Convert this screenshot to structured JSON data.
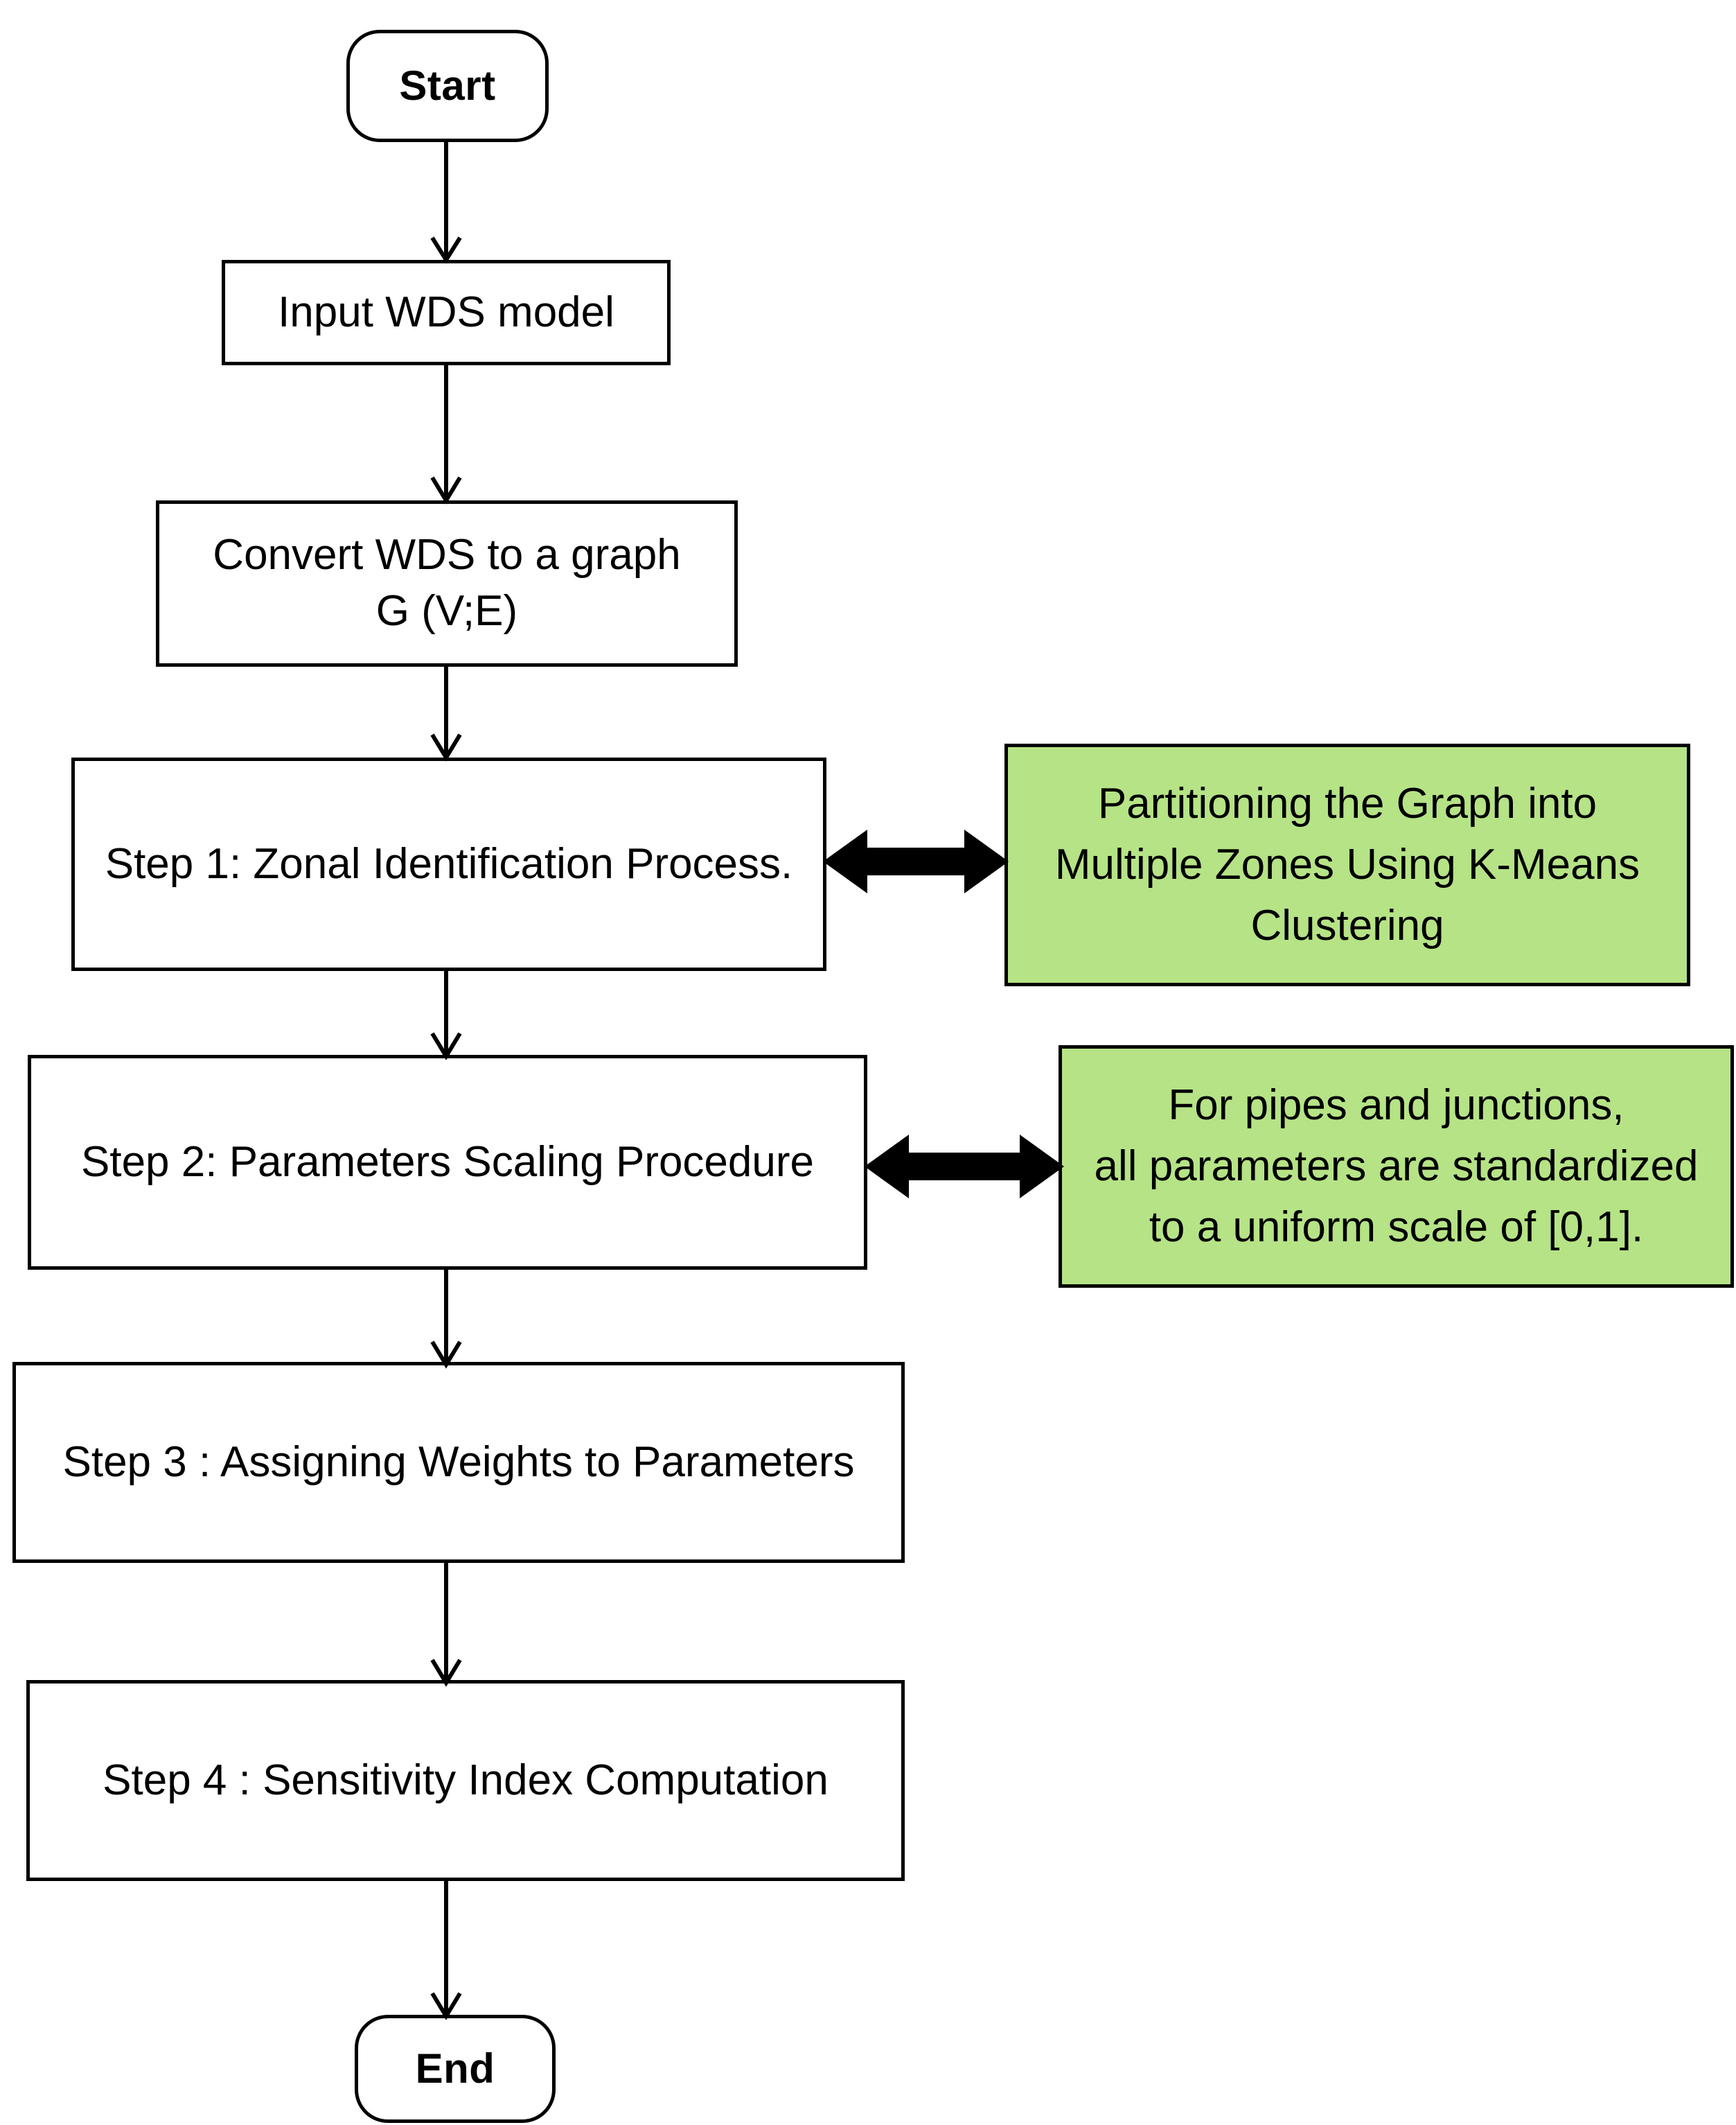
{
  "diagram": {
    "title": "WDS Sensitivity Analysis Methodology Flowchart",
    "colors": {
      "background": "#ffffff",
      "stroke": "#000000",
      "node_fill": "#ffffff",
      "note_fill": "#b6e386",
      "text": "#000000"
    },
    "nodes": [
      {
        "id": "start",
        "type": "terminator",
        "label": "Start"
      },
      {
        "id": "input-wds-model",
        "type": "process",
        "label": "Input WDS model"
      },
      {
        "id": "convert-wds-graph",
        "type": "process",
        "label": "Convert WDS to a graph\nG (V;E)"
      },
      {
        "id": "step-1",
        "type": "process",
        "label": "Step 1: Zonal Identification Process."
      },
      {
        "id": "note-1",
        "type": "note",
        "label": "Partitioning the Graph into\nMultiple Zones Using K-Means\nClustering"
      },
      {
        "id": "step-2",
        "type": "process",
        "label": "Step 2: Parameters Scaling Procedure"
      },
      {
        "id": "note-2",
        "type": "note",
        "label": "For pipes and junctions,\nall parameters are standardized\nto a uniform scale of [0,1]."
      },
      {
        "id": "step-3",
        "type": "process",
        "label": "Step 3 : Assigning Weights to Parameters"
      },
      {
        "id": "step-4",
        "type": "process",
        "label": "Step 4 : Sensitivity Index Computation"
      },
      {
        "id": "end",
        "type": "terminator",
        "label": "End"
      }
    ],
    "connectors": [
      {
        "id": "start-to-input",
        "from": "start",
        "to": "input-wds-model",
        "style": "arrow-down"
      },
      {
        "id": "input-to-convert",
        "from": "input-wds-model",
        "to": "convert-wds-graph",
        "style": "arrow-down"
      },
      {
        "id": "convert-to-step1",
        "from": "convert-wds-graph",
        "to": "step-1",
        "style": "arrow-down"
      },
      {
        "id": "step1-to-note1",
        "from": "step-1",
        "to": "note-1",
        "style": "double-arrow-horizontal"
      },
      {
        "id": "step1-to-step2",
        "from": "step-1",
        "to": "step-2",
        "style": "arrow-down"
      },
      {
        "id": "step2-to-note2",
        "from": "step-2",
        "to": "note-2",
        "style": "double-arrow-horizontal"
      },
      {
        "id": "step2-to-step3",
        "from": "step-2",
        "to": "step-3",
        "style": "arrow-down"
      },
      {
        "id": "step3-to-step4",
        "from": "step-3",
        "to": "step-4",
        "style": "arrow-down"
      },
      {
        "id": "step4-to-end",
        "from": "step-4",
        "to": "end",
        "style": "arrow-down"
      }
    ]
  }
}
